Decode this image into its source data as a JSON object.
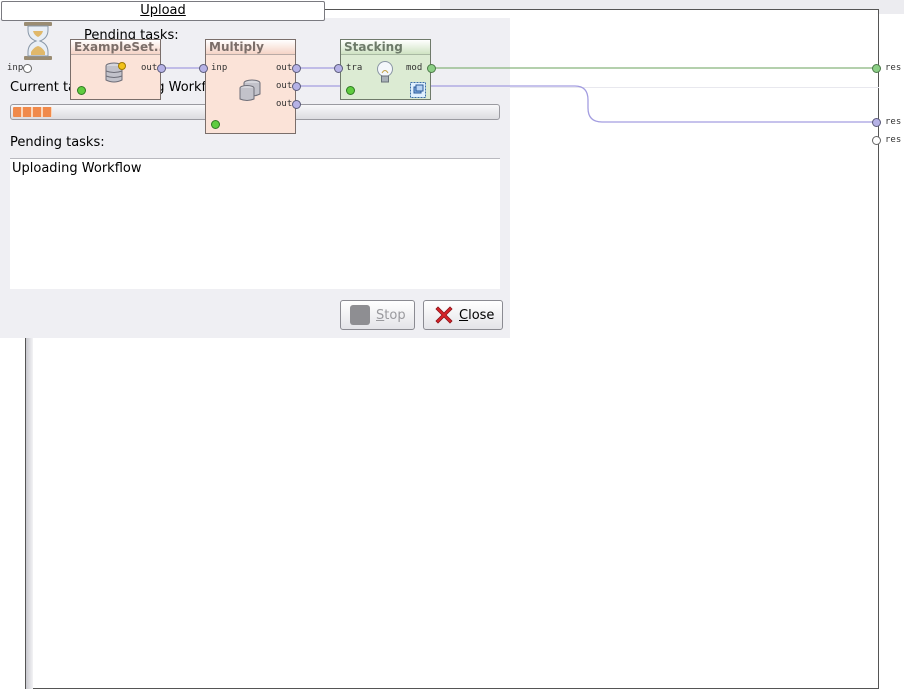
{
  "dialog": {
    "tab_label": "Upload",
    "header_pending_label": "Pending tasks:",
    "current_task_label": "Current task:  Uploading Workflow",
    "progress": 0.08,
    "pending_label": "Pending tasks:",
    "pending_items": [
      "Uploading Workflow"
    ],
    "stop_button": {
      "mnemonic": "S",
      "rest": "top"
    },
    "close_button": {
      "mnemonic": "C",
      "rest": "lose"
    }
  },
  "process": {
    "input_port_label": "inp",
    "operators": [
      {
        "name": "ExampleSet...",
        "ports_out": [
          "out"
        ]
      },
      {
        "name": "Multiply",
        "ports_in": [
          "inp"
        ],
        "ports_out": [
          "out",
          "out",
          "out"
        ]
      },
      {
        "name": "Stacking",
        "ports_in": [
          "tra"
        ],
        "ports_out": [
          "mod"
        ]
      }
    ],
    "result_ports": [
      "res",
      "res",
      "res"
    ]
  },
  "colors": {
    "wire_model": "#86b37c",
    "wire_data": "#a39de0",
    "progress_fill": "#f08a4b",
    "close_icon": "#d8242a"
  }
}
